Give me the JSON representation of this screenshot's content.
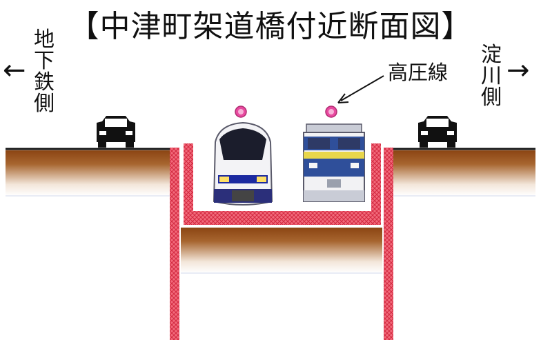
{
  "title": "【中津町架道橋付近断面図】",
  "left_side": {
    "label": "地下鉄側",
    "arrow": "←"
  },
  "right_side": {
    "label": "淀川側",
    "arrow": "→"
  },
  "wire_label": "高圧線",
  "colors": {
    "earth_dark": "#8b4513",
    "earth_light": "#ffffff",
    "concrete": "#e0485c",
    "wire_dot": "#e84aa0",
    "car": "#111111"
  },
  "icons": [
    "car-icon",
    "train-icon",
    "locomotive-icon",
    "power-line-icon"
  ]
}
